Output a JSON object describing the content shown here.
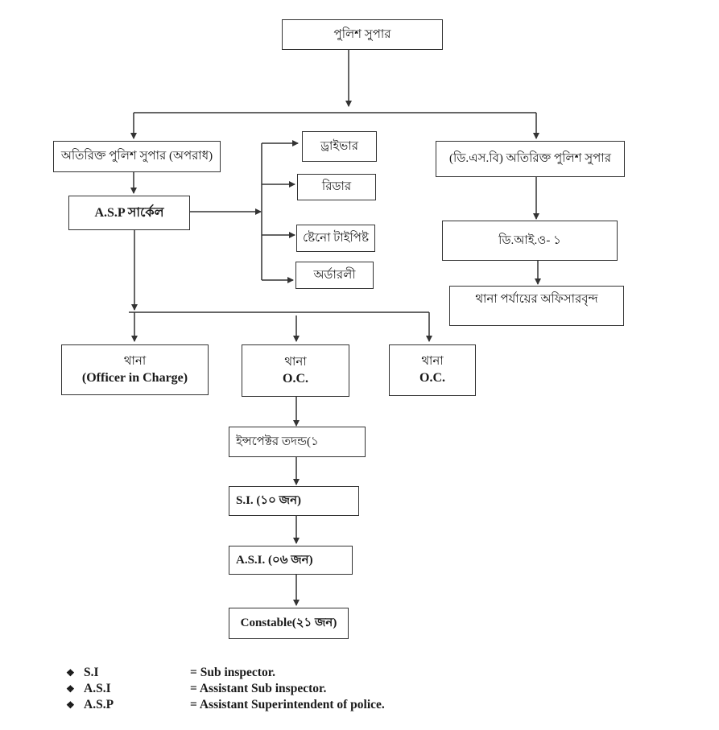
{
  "nodes": {
    "sp": "পুলিশ সুপার",
    "addl_sp_crime": "অতিরিক্ত পুলিশ সুপার (অপরাধ)",
    "asp_circle": "A.S.P সার্কেল",
    "driver": "ড্রাইভার",
    "reader": "রিডার",
    "steno": "ষ্টেনো টাইপিষ্ট",
    "orderly": "অর্ডারলী",
    "dsb_addl_sp": "(ডি.এস.বি) অতিরিক্ত পুলিশ সুপার",
    "dio1": "ডি.আই.ও- ১",
    "thana_officers": "থানা পর্যায়ের অফিসারবৃন্দ",
    "thana1_line1": "থানা",
    "thana1_line2": "(Officer in Charge)",
    "thana2_line1": "থানা",
    "thana2_line2": "O.C.",
    "thana3_line1": "থানা",
    "thana3_line2": "O.C.",
    "inspector": "ইন্সপেক্টর তদন্ড(১",
    "si": "S.I. (১০ জন)",
    "asi": "A.S.I. (০৬ জন)",
    "constable": "Constable(২১ জন)"
  },
  "legend": [
    {
      "bullet": "❖",
      "abbr": "S.I",
      "meaning": "= Sub inspector."
    },
    {
      "bullet": "❖",
      "abbr": "A.S.I",
      "meaning": "= Assistant Sub inspector."
    },
    {
      "bullet": "❖",
      "abbr": "A.S.P",
      "meaning": "= Assistant Superintendent of police."
    }
  ],
  "colors": {
    "line": "#333333",
    "box_border": "#333333",
    "background": "#ffffff"
  }
}
